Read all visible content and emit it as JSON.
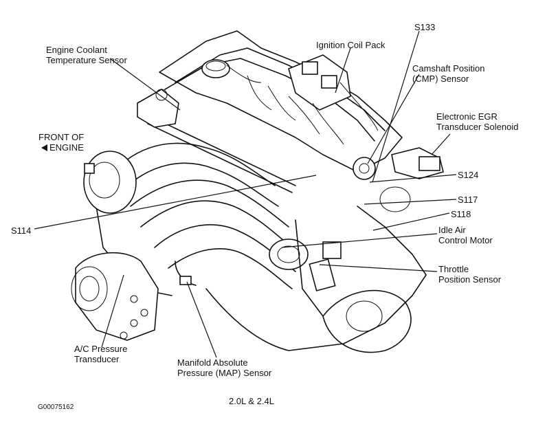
{
  "labels": {
    "ect": "Engine Coolant\nTemperature Sensor",
    "ignition_coil": "Ignition Coil Pack",
    "s133": "S133",
    "cmp": "Camshaft Position\n(CMP) Sensor",
    "egr": "Electronic EGR\nTransducer Solenoid",
    "front": "FRONT OF",
    "front_engine": "ENGINE",
    "s124": "S124",
    "s117": "S117",
    "s118": "S118",
    "iac": "Idle Air\nControl Motor",
    "s114": "S114",
    "tps": "Throttle\nPosition Sensor",
    "ac": "A/C Pressure\nTransducer",
    "map": "Manifold Absolute\nPressure (MAP) Sensor",
    "engine_size": "2.0L & 2.4L",
    "figure_id": "G00075162"
  },
  "icons": {
    "front_arrow": "arrow-left-icon"
  }
}
